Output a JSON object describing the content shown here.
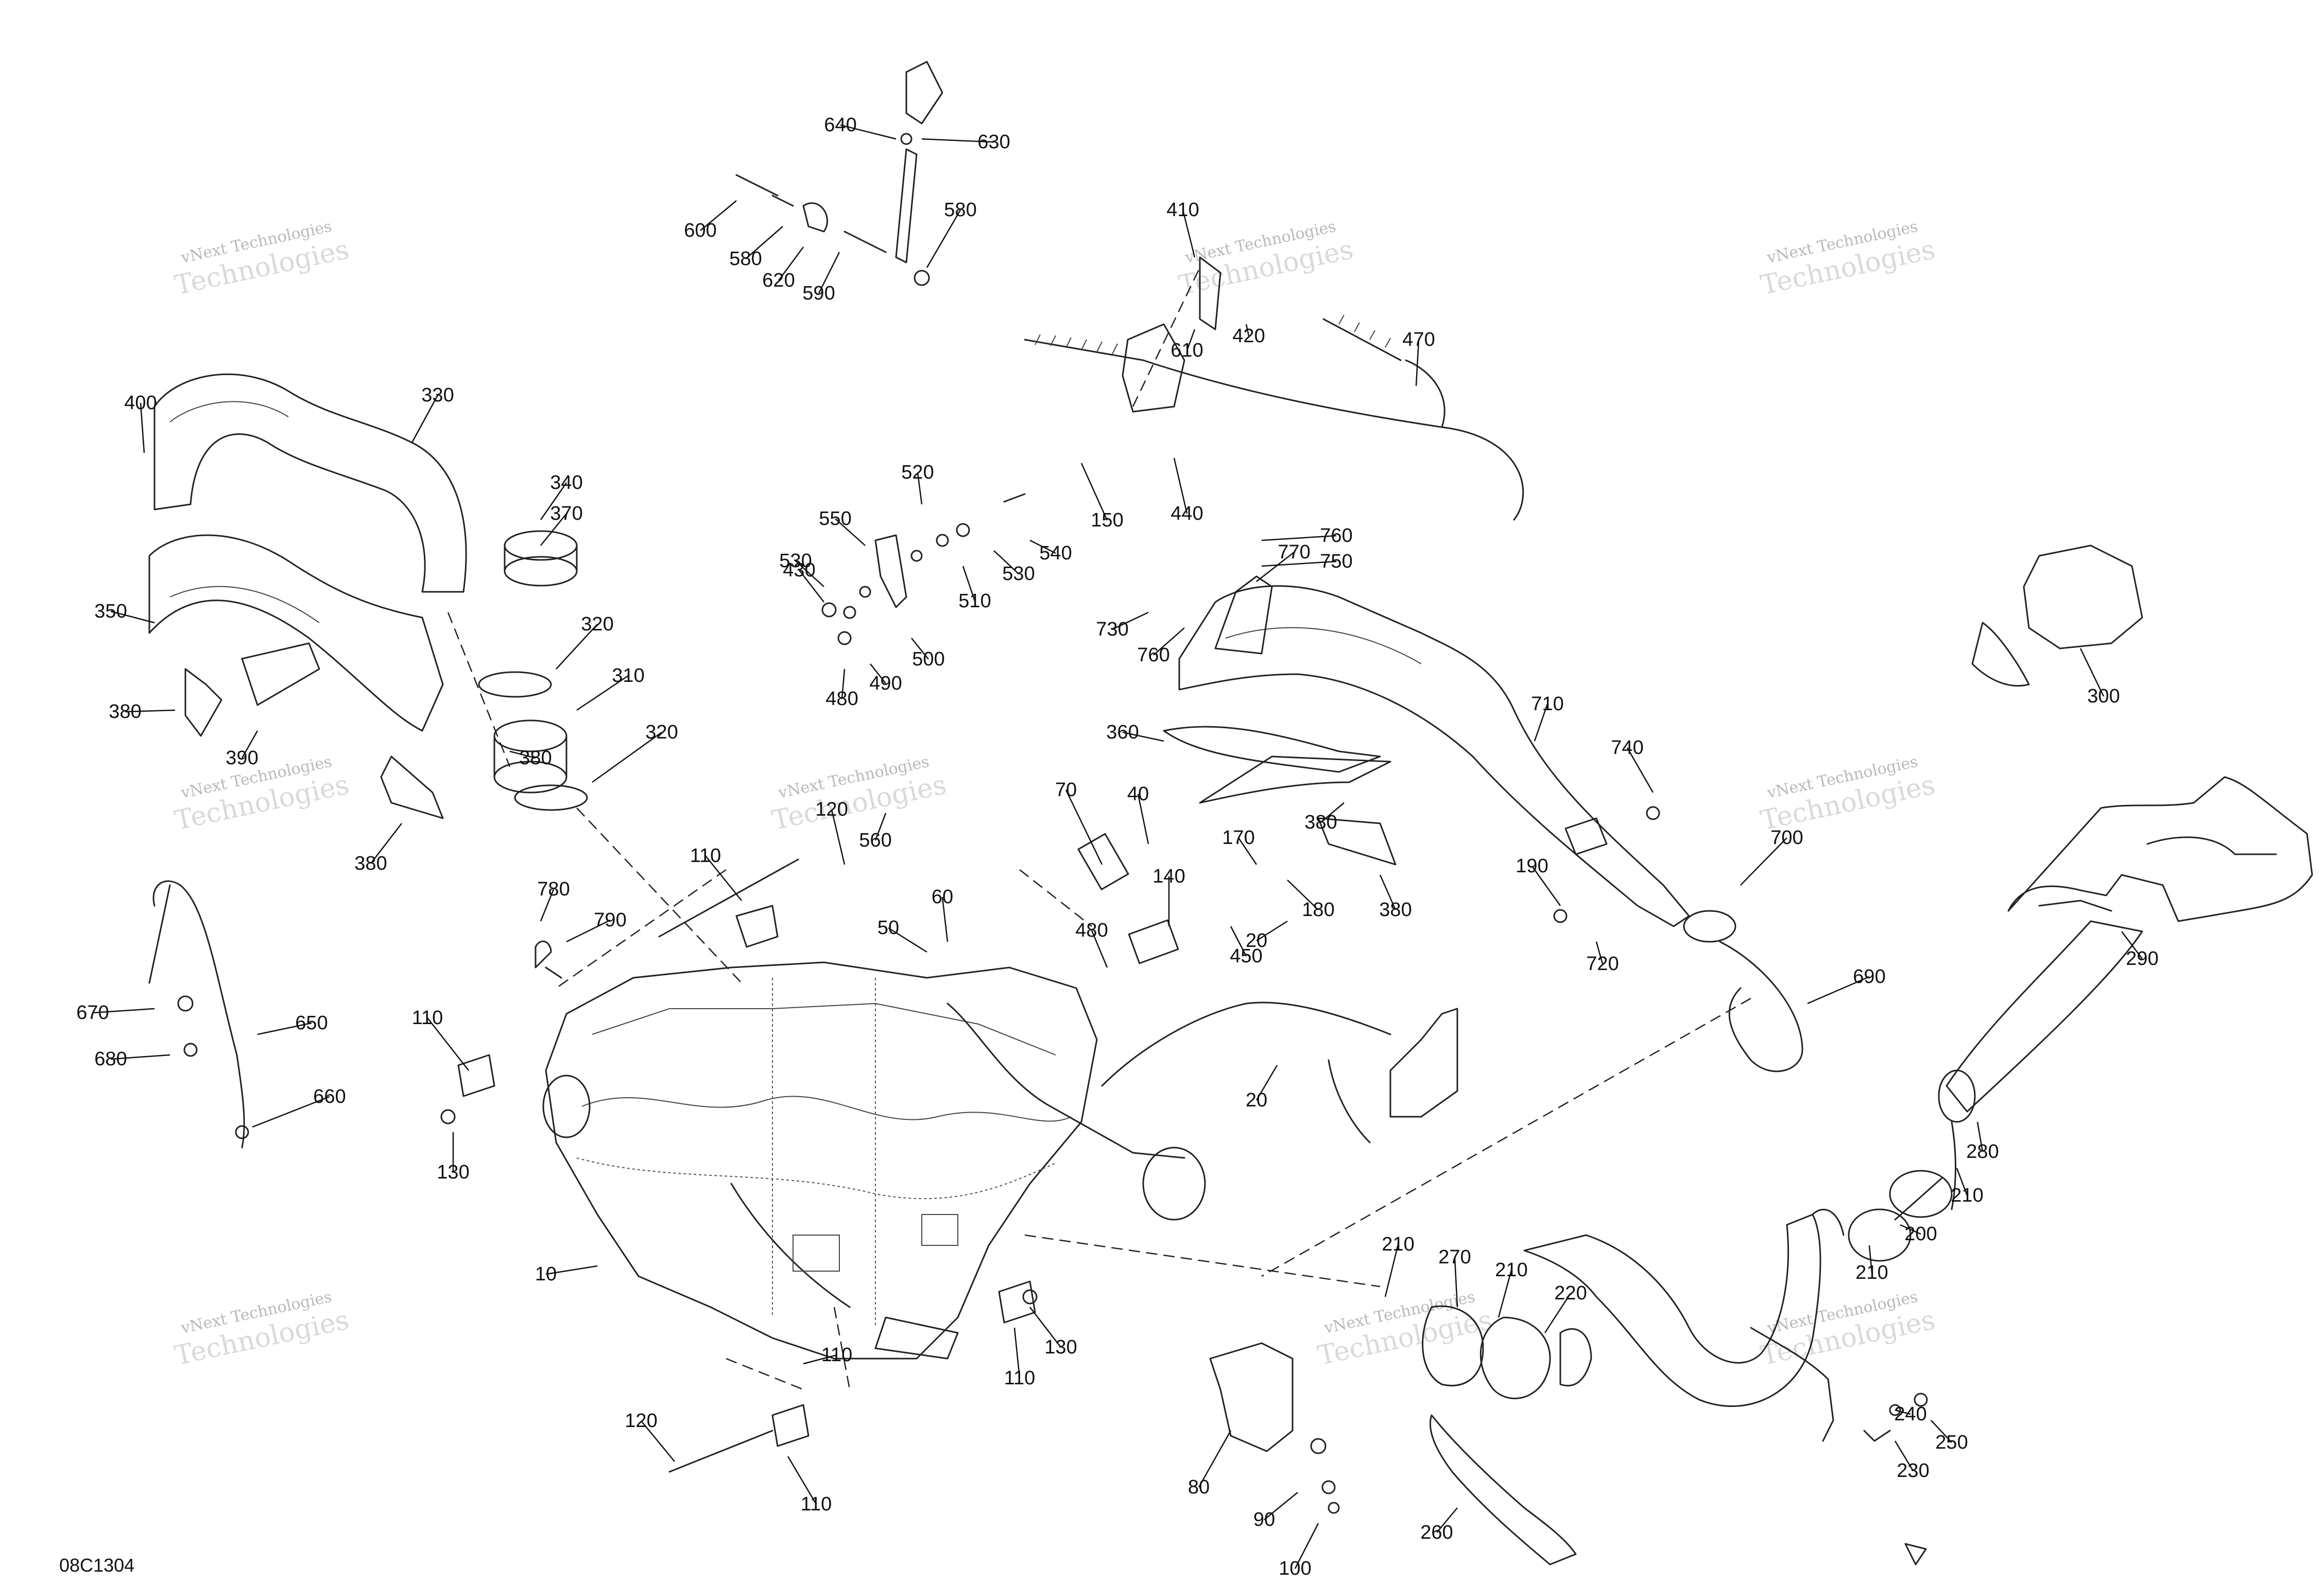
{
  "diagram": {
    "figure_code": "08C1304",
    "watermark": {
      "line1": "vNext Technologies",
      "line2": "Technologies"
    },
    "callouts": [
      "10",
      "20",
      "20",
      "40",
      "50",
      "60",
      "70",
      "80",
      "90",
      "100",
      "110",
      "110",
      "110",
      "110",
      "110",
      "120",
      "120",
      "130",
      "130",
      "140",
      "150",
      "170",
      "180",
      "190",
      "200",
      "210",
      "210",
      "210",
      "210",
      "220",
      "230",
      "240",
      "250",
      "260",
      "270",
      "280",
      "290",
      "300",
      "310",
      "320",
      "320",
      "330",
      "340",
      "350",
      "360",
      "370",
      "380",
      "380",
      "380",
      "380",
      "380",
      "390",
      "400",
      "410",
      "420",
      "430",
      "440",
      "450",
      "470",
      "480",
      "480",
      "490",
      "500",
      "510",
      "520",
      "530",
      "530",
      "540",
      "550",
      "560",
      "580",
      "580",
      "590",
      "600",
      "610",
      "620",
      "630",
      "640",
      "650",
      "660",
      "670",
      "680",
      "690",
      "700",
      "710",
      "720",
      "730",
      "740",
      "750",
      "760",
      "760",
      "770",
      "780",
      "790"
    ]
  }
}
